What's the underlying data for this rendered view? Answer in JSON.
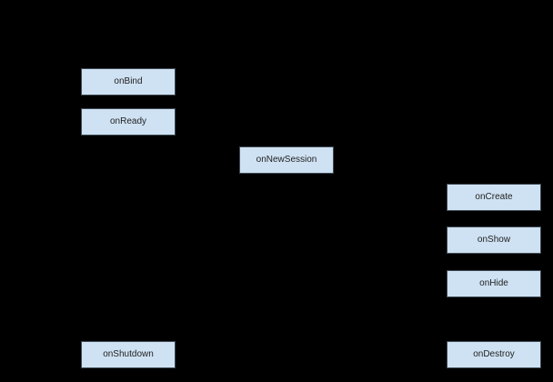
{
  "diagram": {
    "background_color": "#000000",
    "node_fill_color": "#cfe2f3",
    "node_border_color": "#3e4953",
    "node_text_color": "#1f1f1f",
    "nodes": [
      {
        "label": "onBind"
      },
      {
        "label": "onReady"
      },
      {
        "label": "onNewSession"
      },
      {
        "label": "onCreate"
      },
      {
        "label": "onShow"
      },
      {
        "label": "onHide"
      },
      {
        "label": "onShutdown"
      },
      {
        "label": "onDestroy"
      }
    ]
  }
}
